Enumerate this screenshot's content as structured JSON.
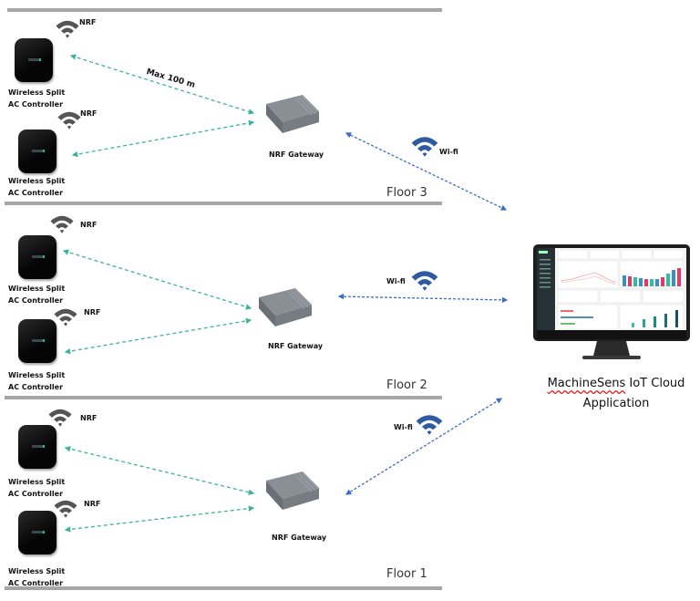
{
  "diagram": {
    "title": "Wireless Split AC Controller network via NRF Gateways to MachineSens IoT Cloud",
    "colors": {
      "nrf_link": "#3bb49a",
      "wifi_link": "#3a6fc9",
      "wifi_icon": "#2d5aa0",
      "nrf_icon": "#555555",
      "floor_line": "#a6a6a6"
    },
    "distance_label": "Max 100 m",
    "floors": [
      {
        "name": "Floor 3",
        "controllers": [
          {
            "signal_label": "NRF",
            "label_line1": "Wireless Split",
            "label_line2": "AC Controller"
          },
          {
            "signal_label": "NRF",
            "label_line1": "Wireless Split",
            "label_line2": "AC Controller"
          }
        ],
        "gateway_label": "NRF Gateway",
        "wifi_label": "Wi-fi"
      },
      {
        "name": "Floor 2",
        "controllers": [
          {
            "signal_label": "NRF",
            "label_line1": "Wireless Split",
            "label_line2": "AC Controller"
          },
          {
            "signal_label": "NRF",
            "label_line1": "Wireless Split",
            "label_line2": "AC Controller"
          }
        ],
        "gateway_label": "NRF Gateway",
        "wifi_label": "Wi-fi"
      },
      {
        "name": "Floor 1",
        "controllers": [
          {
            "signal_label": "NRF",
            "label_line1": "Wireless Split",
            "label_line2": "AC Controller"
          },
          {
            "signal_label": "NRF",
            "label_line1": "Wireless Split",
            "label_line2": "AC Controller"
          }
        ],
        "gateway_label": "NRF Gateway",
        "wifi_label": "Wi-fi"
      }
    ],
    "cloud": {
      "label_line1_brand": "MachineSens",
      "label_line1_rest": " IoT Cloud",
      "label_line2": "Application",
      "icon": "monitor-dashboard-icon"
    },
    "icons": {
      "controller": "ac-controller-device-icon",
      "nrf_signal": "wifi-signal-icon",
      "gateway": "gateway-box-icon",
      "wifi": "wifi-icon"
    }
  }
}
